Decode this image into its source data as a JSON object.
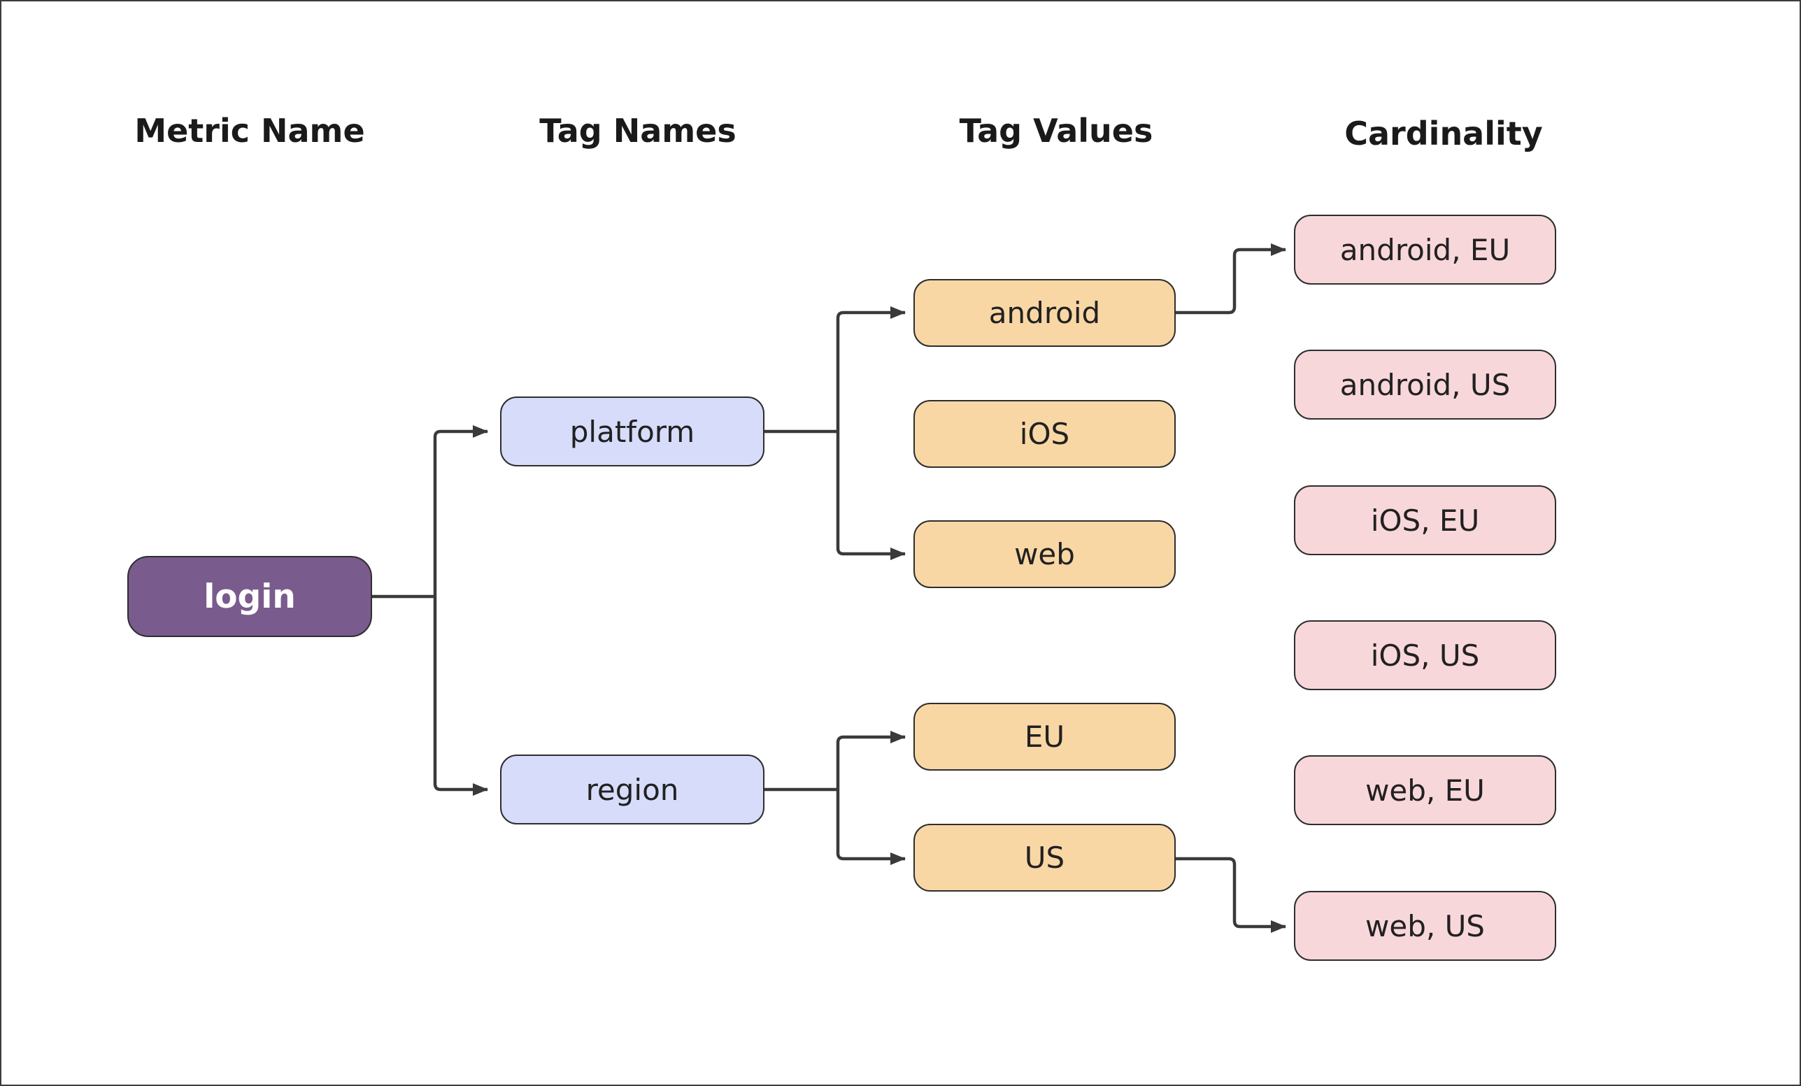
{
  "diagram": {
    "columns": [
      {
        "label": "Metric Name"
      },
      {
        "label": "Tag Names"
      },
      {
        "label": "Tag Values"
      },
      {
        "label": "Cardinality"
      }
    ],
    "metric": {
      "label": "login"
    },
    "tag_names": [
      {
        "label": "platform"
      },
      {
        "label": "region"
      }
    ],
    "tag_values": [
      {
        "label": "android"
      },
      {
        "label": "iOS"
      },
      {
        "label": "web"
      },
      {
        "label": "EU"
      },
      {
        "label": "US"
      }
    ],
    "cardinality": [
      {
        "label": "android, EU"
      },
      {
        "label": "android, US"
      },
      {
        "label": "iOS, EU"
      },
      {
        "label": "iOS, US"
      },
      {
        "label": "web, EU"
      },
      {
        "label": "web, US"
      }
    ],
    "edges": [
      {
        "from": "login",
        "to": "platform"
      },
      {
        "from": "login",
        "to": "region"
      },
      {
        "from": "platform",
        "to": "android"
      },
      {
        "from": "platform",
        "to": "web"
      },
      {
        "from": "region",
        "to": "EU"
      },
      {
        "from": "region",
        "to": "US"
      },
      {
        "from": "android",
        "to": "android, EU"
      },
      {
        "from": "US",
        "to": "web, US"
      }
    ],
    "colors": {
      "background": "#ffffff",
      "metric_fill": "#7a5b8e",
      "metric_text": "#ffffff",
      "tag_name_fill": "#d7dcfa",
      "tag_value_fill": "#f9d7a5",
      "cardinality_fill": "#f8d7da",
      "node_border": "#2e2e2e",
      "node_text": "#212121",
      "heading_text": "#1a1a1a",
      "line": "#3a3a3a"
    }
  }
}
